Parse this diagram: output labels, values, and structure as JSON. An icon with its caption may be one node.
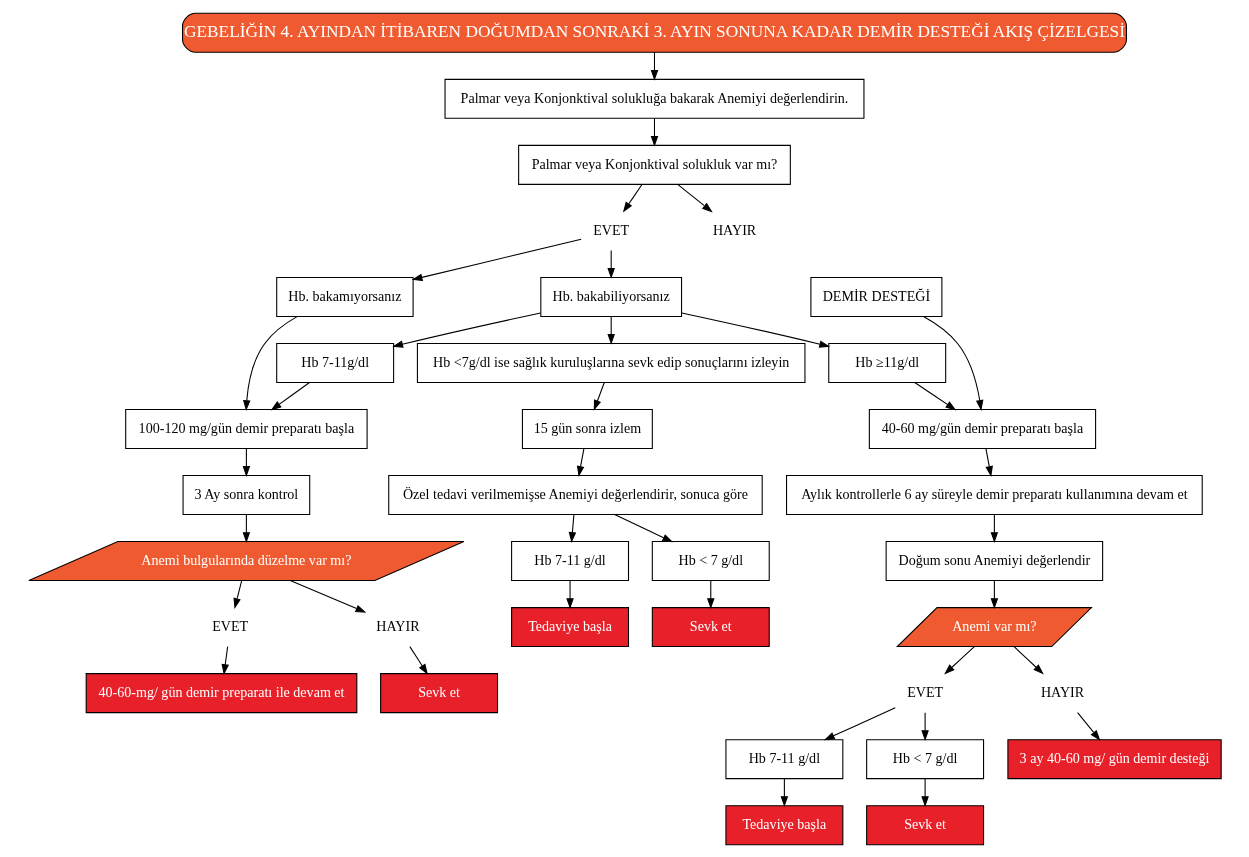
{
  "diagram": {
    "nodes": [
      {
        "text": [
          "GEBELİĞİN 4. AYINDAN İTİBAREN DOĞUMDAN SONRAKİ 3. AYIN SONUNA KADAR DEMİR DESTEĞİ AKIŞ ÇİZELGESİ"
        ]
      },
      {
        "text": [
          "Palmar veya Konjonktival solukluğa bakarak Anemiyi değerlendirin."
        ]
      },
      {
        "text": [
          "Palmar veya Konjonktival solukluk var mı?"
        ]
      },
      {
        "text": [
          "EVET"
        ]
      },
      {
        "text": [
          "HAYIR"
        ]
      },
      {
        "text": [
          "Hb. bakamıyorsanız"
        ]
      },
      {
        "text": [
          "Hb. bakabiliyorsanız"
        ]
      },
      {
        "text": [
          "DEMİR DESTEĞİ"
        ]
      },
      {
        "text": [
          "100-120 mg/gün demir preparatı başla"
        ]
      },
      {
        "text": [
          "Hb 7-11g/dl"
        ]
      },
      {
        "text": [
          "Hb <7g/dl ise sağlık kuruluşlarına sevk edip sonuçlarını izleyin"
        ]
      },
      {
        "text": [
          "Hb ≥11g/dl"
        ]
      },
      {
        "text": [
          "40-60 mg/gün demir preparatı başla"
        ]
      },
      {
        "text": [
          "3 Ay sonra kontrol"
        ]
      },
      {
        "text": [
          "15 gün sonra izlem"
        ]
      },
      {
        "text": [
          "Aylık kontrollerle 6 ay süreyle demir preparatı kullanımına devam et"
        ]
      },
      {
        "text": [
          "Anemi bulgularında düzelme var mı?"
        ]
      },
      {
        "text": [
          "Özel tedavi verilmemişse Anemiyi değerlendirir, sonuca göre"
        ]
      },
      {
        "text": [
          "Doğum sonu Anemiyi değerlendir"
        ]
      },
      {
        "text": [
          "EVET"
        ]
      },
      {
        "text": [
          "HAYIR"
        ]
      },
      {
        "text": [
          "Hb 7-11 g/dl"
        ]
      },
      {
        "text": [
          "Hb < 7 g/dl"
        ]
      },
      {
        "text": [
          "Anemi var mı?"
        ]
      },
      {
        "text": [
          "40-60-mg/ gün demir preparatı ile devam et"
        ]
      },
      {
        "text": [
          "Sevk et"
        ]
      },
      {
        "text": [
          "Tedaviye başla"
        ]
      },
      {
        "text": [
          "Sevk et"
        ]
      },
      {
        "text": [
          "EVET"
        ]
      },
      {
        "text": [
          "HAYIR"
        ]
      },
      {
        "text": [
          "Hb 7-11 g/dl"
        ]
      },
      {
        "text": [
          "Hb < 7 g/dl"
        ]
      },
      {
        "text": [
          "3 ay 40-60 mg/ gün demir desteği"
        ]
      },
      {
        "text": [
          "Tedaviye başla"
        ]
      },
      {
        "text": [
          "Sevk et"
        ]
      }
    ],
    "edges": [
      {
        "from": 0,
        "to": 1,
        "arrow": "to"
      },
      {
        "from": 1,
        "to": 2,
        "arrow": "to"
      },
      {
        "from": 2,
        "to": 3,
        "arrow": "to"
      },
      {
        "from": 2,
        "to": 4,
        "arrow": "to"
      },
      {
        "from": 3,
        "to": 5,
        "arrow": "to"
      },
      {
        "from": 3,
        "to": 6,
        "arrow": "to"
      },
      {
        "from": 5,
        "to": 8,
        "arrow": "to"
      },
      {
        "from": 6,
        "to": 9,
        "arrow": "to"
      },
      {
        "from": 6,
        "to": 10,
        "arrow": "to"
      },
      {
        "from": 6,
        "to": 11,
        "arrow": "to"
      },
      {
        "from": 9,
        "to": 8,
        "arrow": "to"
      },
      {
        "from": 11,
        "to": 12,
        "arrow": "to"
      },
      {
        "from": 7,
        "to": 12,
        "arrow": "to"
      },
      {
        "from": 8,
        "to": 13,
        "arrow": "to"
      },
      {
        "from": 13,
        "to": 16,
        "arrow": "to"
      },
      {
        "from": 16,
        "to": 19,
        "arrow": "to"
      },
      {
        "from": 16,
        "to": 20,
        "arrow": "to"
      },
      {
        "from": 19,
        "to": 24,
        "arrow": "to"
      },
      {
        "from": 20,
        "to": 25,
        "arrow": "to"
      },
      {
        "from": 10,
        "to": 14,
        "arrow": "to"
      },
      {
        "from": 14,
        "to": 17,
        "arrow": "to"
      },
      {
        "from": 17,
        "to": 21,
        "arrow": "to"
      },
      {
        "from": 17,
        "to": 22,
        "arrow": "to"
      },
      {
        "from": 21,
        "to": 26,
        "arrow": "to"
      },
      {
        "from": 22,
        "to": 27,
        "arrow": "to"
      },
      {
        "from": 12,
        "to": 15,
        "arrow": "to"
      },
      {
        "from": 15,
        "to": 18,
        "arrow": "to"
      },
      {
        "from": 18,
        "to": 23,
        "arrow": "to"
      },
      {
        "from": 23,
        "to": 28,
        "arrow": "to"
      },
      {
        "from": 23,
        "to": 29,
        "arrow": "to"
      },
      {
        "from": 28,
        "to": 30,
        "arrow": "to"
      },
      {
        "from": 28,
        "to": 31,
        "arrow": "to"
      },
      {
        "from": 29,
        "to": 32,
        "arrow": "to"
      },
      {
        "from": 30,
        "to": 33,
        "arrow": "to"
      },
      {
        "from": 31,
        "to": 34,
        "arrow": "to"
      }
    ]
  }
}
